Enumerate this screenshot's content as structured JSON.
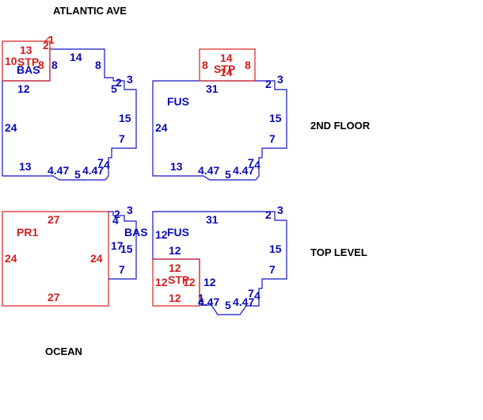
{
  "colors": {
    "living_area": "#0a0ab4",
    "other_area": "#d21e1e",
    "text": "#000000",
    "background": "#ffffff"
  },
  "notes": {
    "street": "ATLANTIC AVE",
    "floor2": "2ND FLOOR",
    "top_level": "TOP LEVEL",
    "ocean": "OCEAN"
  },
  "area_codes": {
    "bas": "BAS",
    "stp": "STP",
    "fus": "FUS",
    "pr1": "PR1"
  },
  "dimensions": {
    "d1": "1",
    "d2": "2",
    "d3": "3",
    "d4": "4",
    "d5": "5",
    "d7": "7",
    "d8": "8",
    "d10": "10",
    "d12": "12",
    "d13": "13",
    "d14": "14",
    "d15": "15",
    "d17": "17",
    "d24": "24",
    "d27": "27",
    "d31": "31",
    "d447": "4.47"
  }
}
